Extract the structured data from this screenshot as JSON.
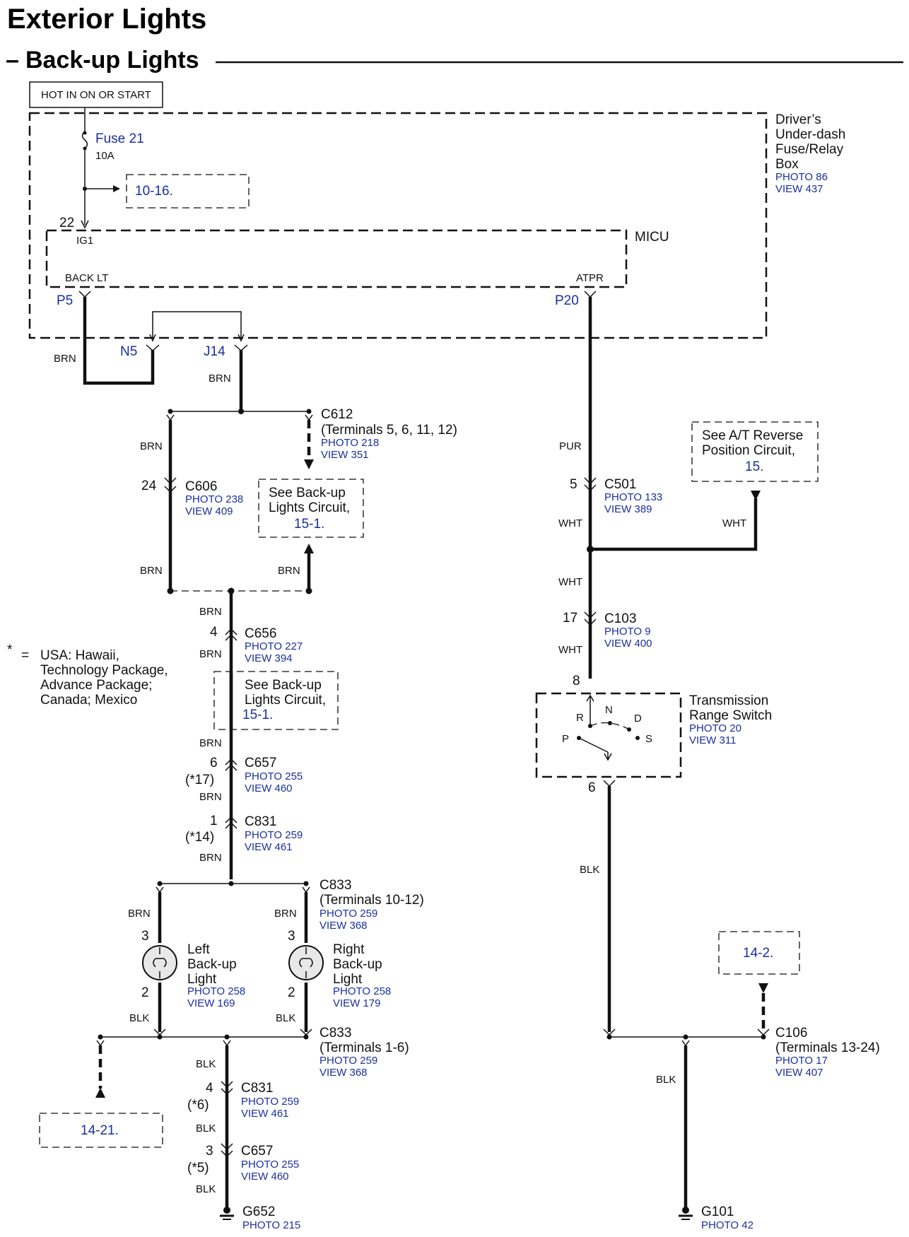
{
  "title": "Exterior Lights",
  "subtitle": "Back-up Lights",
  "power_box": "HOT IN ON OR START",
  "fuse_box": {
    "line1": "Driver’s",
    "line2": "Under-dash",
    "line3": "Fuse/Relay",
    "line4": "Box",
    "photo": "PHOTO 86",
    "view": "VIEW 437"
  },
  "fuse": {
    "name": "Fuse 21",
    "rating": "10A",
    "ref": "10-16."
  },
  "micu": {
    "name": "MICU",
    "pin22": "22",
    "ig1": "IG1",
    "back_lt": "BACK LT",
    "atpr": "ATPR",
    "p5": "P5",
    "p20": "P20"
  },
  "conn": {
    "n5": "N5",
    "j14": "J14"
  },
  "c612": {
    "name": "C612",
    "terms": "(Terminals 5, 6, 11, 12)",
    "photo": "PHOTO 218",
    "view": "VIEW 351"
  },
  "c606": {
    "pin": "24",
    "name": "C606",
    "photo": "PHOTO 238",
    "view": "VIEW 409"
  },
  "see1": {
    "l1": "See Back-up",
    "l2": "Lights Circuit,",
    "ref": "15-1."
  },
  "c656": {
    "pin": "4",
    "name": "C656",
    "photo": "PHOTO 227",
    "view": "VIEW 394"
  },
  "see2": {
    "l1": "See Back-up",
    "l2": "Lights Circuit,",
    "ref": "15-1."
  },
  "note": {
    "star": "*",
    "eq": "=",
    "l1": "USA: Hawaii,",
    "l2": "Technology Package,",
    "l3": "Advance Package;",
    "l4": "Canada; Mexico"
  },
  "c657a": {
    "pin": "6",
    "alt": "(*17)",
    "name": "C657",
    "photo": "PHOTO 255",
    "view": "VIEW 460"
  },
  "c831a": {
    "pin": "1",
    "alt": "(*14)",
    "name": "C831",
    "photo": "PHOTO 259",
    "view": "VIEW 461"
  },
  "c833a": {
    "name": "C833",
    "terms": "(Terminals 10-12)",
    "photo": "PHOTO 259",
    "view": "VIEW 368"
  },
  "left_light": {
    "pin_top": "3",
    "pin_bot": "2",
    "l1": "Left",
    "l2": "Back-up",
    "l3": "Light",
    "photo": "PHOTO 258",
    "view": "VIEW 169"
  },
  "right_light": {
    "pin_top": "3",
    "pin_bot": "2",
    "l1": "Right",
    "l2": "Back-up",
    "l3": "Light",
    "photo": "PHOTO 258",
    "view": "VIEW 179"
  },
  "c833b": {
    "name": "C833",
    "terms": "(Terminals 1-6)",
    "photo": "PHOTO 259",
    "view": "VIEW 368"
  },
  "ref1421": "14-21.",
  "c831b": {
    "pin": "4",
    "alt": "(*6)",
    "name": "C831",
    "photo": "PHOTO 259",
    "view": "VIEW 461"
  },
  "c657b": {
    "pin": "3",
    "alt": "(*5)",
    "name": "C657",
    "photo": "PHOTO 255",
    "view": "VIEW 460"
  },
  "g652": {
    "name": "G652",
    "photo": "PHOTO 215"
  },
  "at_reverse": {
    "l1": "See A/T Reverse",
    "l2": "Position Circuit,",
    "ref": "15."
  },
  "c501": {
    "pin": "5",
    "name": "C501",
    "photo": "PHOTO 133",
    "view": "VIEW 389"
  },
  "c103": {
    "pin": "17",
    "name": "C103",
    "photo": "PHOTO 9",
    "view": "VIEW 400"
  },
  "trs": {
    "pin_top": "8",
    "pin_bot": "6",
    "l1": "Transmission",
    "l2": "Range Switch",
    "photo": "PHOTO 20",
    "view": "VIEW 311",
    "r": "R",
    "n": "N",
    "d": "D",
    "p": "P",
    "s": "S"
  },
  "ref142": "14-2.",
  "c106": {
    "name": "C106",
    "terms": "(Terminals 13-24)",
    "photo": "PHOTO 17",
    "view": "VIEW 407"
  },
  "g101": {
    "name": "G101",
    "photo": "PHOTO 42"
  },
  "wires": {
    "brn": "BRN",
    "blk": "BLK",
    "pur": "PUR",
    "wht": "WHT"
  }
}
